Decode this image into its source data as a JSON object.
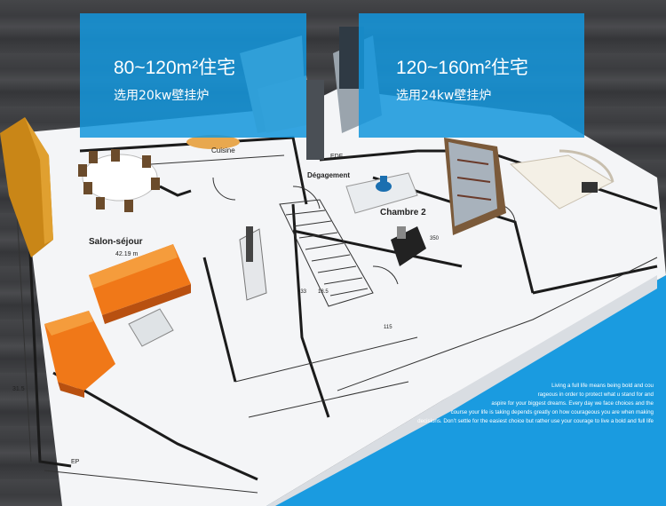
{
  "cards": [
    {
      "title": "80~120m²住宅",
      "subtitle": "选用20kw壁挂炉"
    },
    {
      "title": "120~160m²住宅",
      "subtitle": "选用24kw壁挂炉"
    }
  ],
  "plan_labels": {
    "salon": "Salon-séjour",
    "salon_area": "42.19 m",
    "cuisine": "Cuisine",
    "degagement": "Dégagement",
    "chambre": "Chambre 2",
    "edf": "EDF",
    "dim_31": "31.5",
    "dim_133": "133",
    "dim_185": "18.5",
    "dim_350": "350",
    "dim_115": "115",
    "dim_ep": "EP"
  },
  "slogan_lines": [
    "Living a full life means being bold and cou",
    "rageous in order to protect what u stand for and",
    "aspire for your biggest dreams. Every day we face choices and the",
    "course your life is taking depends greatly on how courageous you are when making",
    "decisions. Don’t settle for the easiest choice but rather use your courage to live a bold and full life"
  ],
  "colors": {
    "card_blue": "#1496dc",
    "accent_blue": "#1a9be0",
    "sofa_orange": "#f07818",
    "wood_dark": "#3b3c3f",
    "paper": "#f4f5f7"
  }
}
